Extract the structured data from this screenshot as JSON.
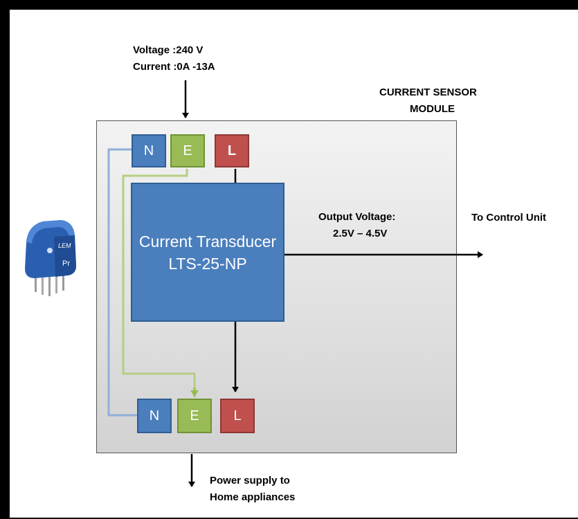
{
  "input": {
    "voltage": "Voltage :240 V",
    "current": "Current :0A -13A"
  },
  "module_title": {
    "line1": "CURRENT SENSOR",
    "line2": "MODULE"
  },
  "transducer_label": "Current Transducer LTS-25-NP",
  "output": {
    "line1": "Output Voltage:",
    "line2": "2.5V – 4.5V"
  },
  "control_unit": "To Control Unit",
  "power": {
    "line1": "Power supply to",
    "line2": "Home appliances"
  },
  "terminals_top": {
    "n": "N",
    "e": "E",
    "l": "L"
  },
  "terminals_bottom": {
    "n": "N",
    "e": "E",
    "l": "L"
  },
  "sensor_photo": {
    "brand": "LEM",
    "marking": "Pr"
  },
  "colors": {
    "neutral": "#4a7ebd",
    "earth": "#98bb55",
    "live": "#c0504d",
    "transducer": "#4a7ebd",
    "module_bg": "#dcdcdc"
  }
}
